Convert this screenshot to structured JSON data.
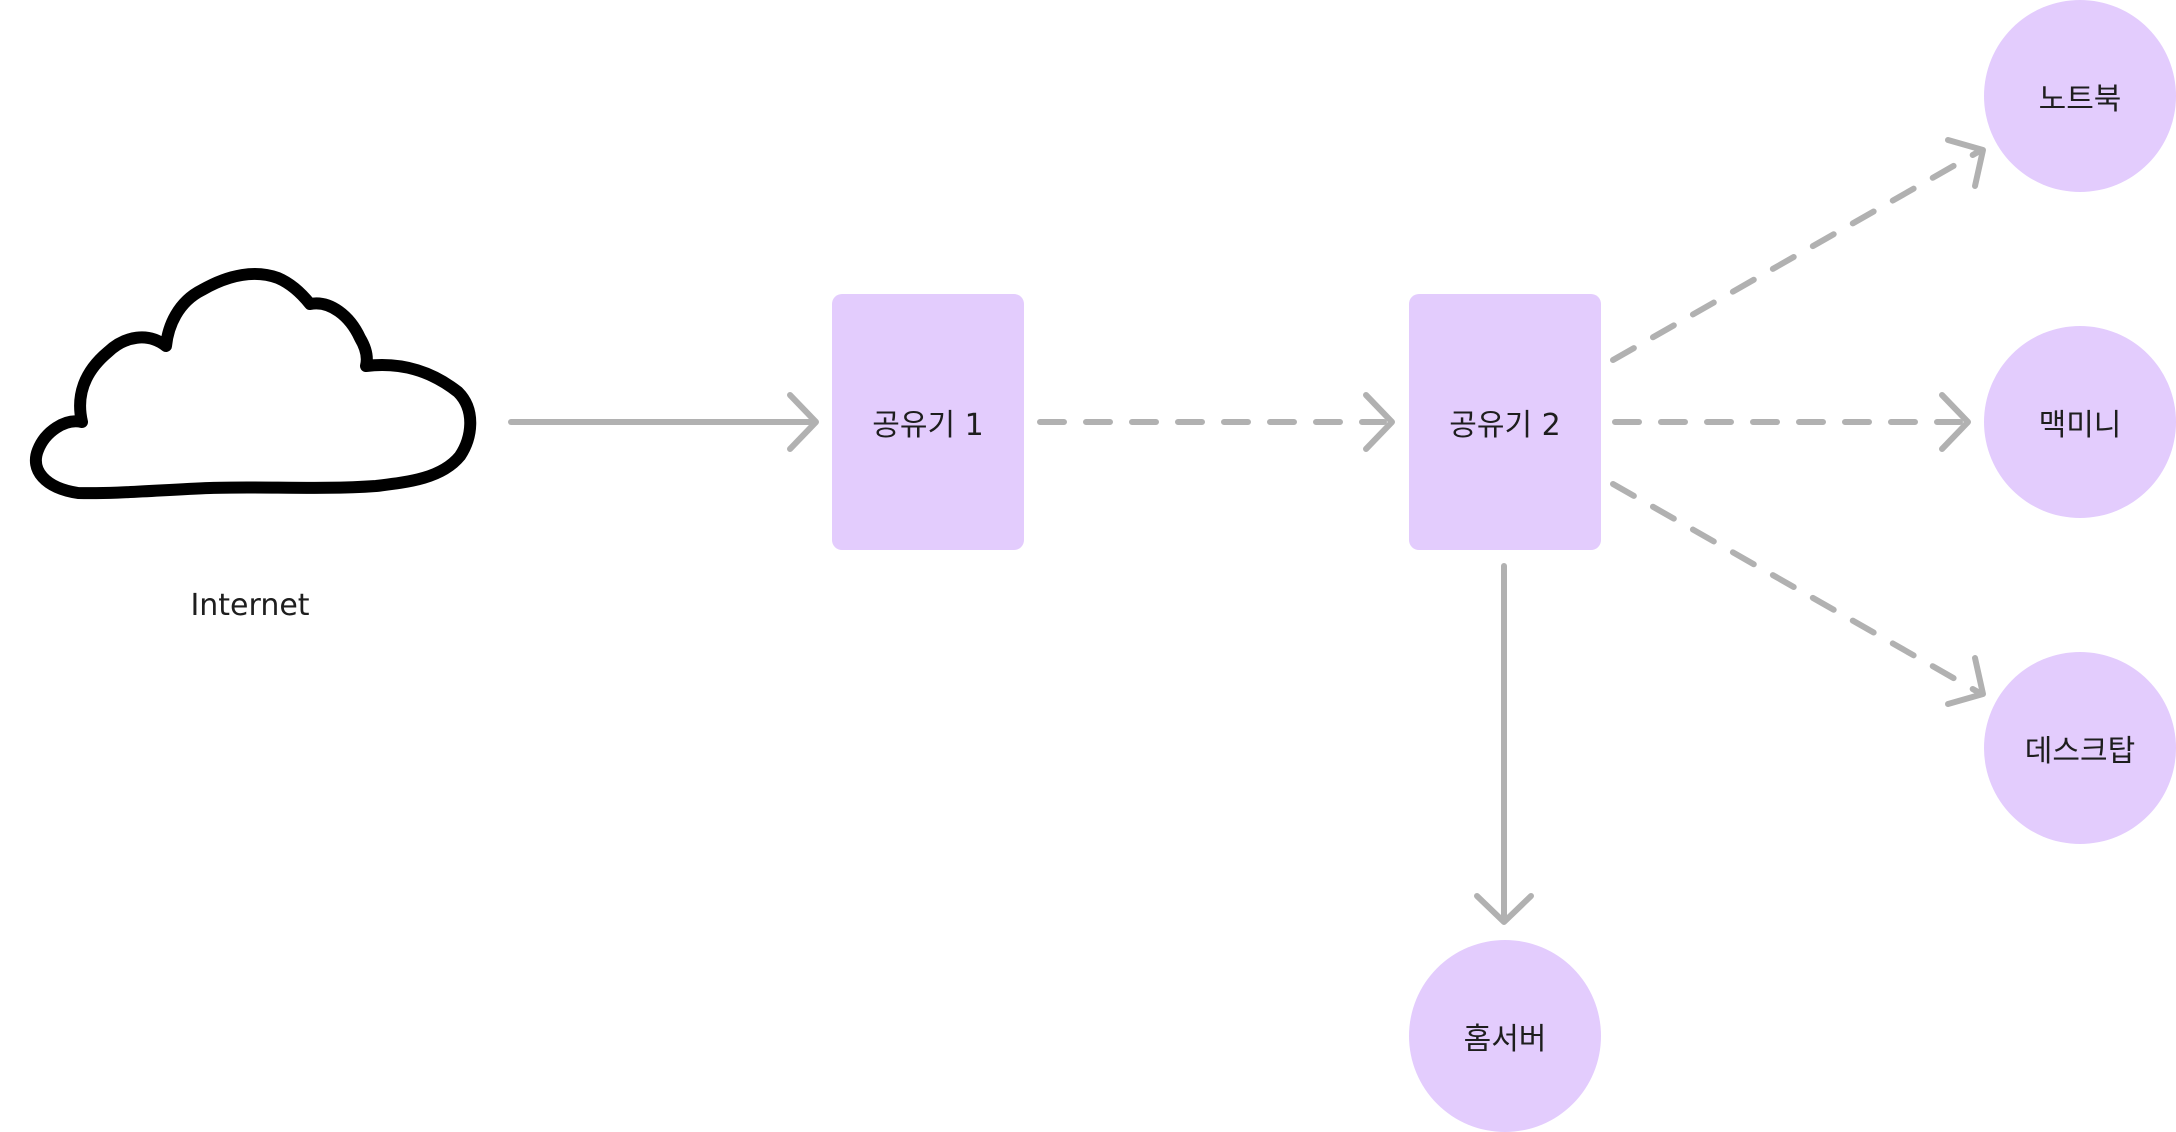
{
  "diagram": {
    "cloud": {
      "label": "Internet"
    },
    "nodes": {
      "router_1": "공유기 1",
      "router_2": "공유기 2",
      "notebook": "노트북",
      "macmini": "맥미니",
      "desktop": "데스크탑",
      "homeserver": "홈서버"
    },
    "edges": [
      {
        "from": "Internet",
        "to": "공유기 1",
        "style": "solid"
      },
      {
        "from": "공유기 1",
        "to": "공유기 2",
        "style": "dashed"
      },
      {
        "from": "공유기 2",
        "to": "노트북",
        "style": "dashed"
      },
      {
        "from": "공유기 2",
        "to": "맥미니",
        "style": "dashed"
      },
      {
        "from": "공유기 2",
        "to": "데스크탑",
        "style": "dashed"
      },
      {
        "from": "공유기 2",
        "to": "홈서버",
        "style": "solid"
      }
    ]
  },
  "colors": {
    "node_fill": "#e3ccfd",
    "arrow": "#b1b1b1",
    "text": "#1e1e1e",
    "cloud_stroke": "#000000"
  }
}
